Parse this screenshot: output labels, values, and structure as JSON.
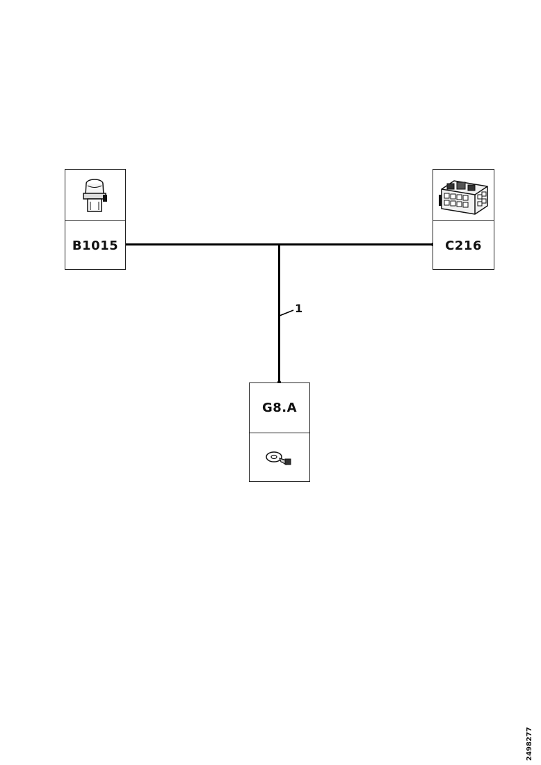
{
  "components": {
    "left": {
      "label": "B1015",
      "icon": "sensor-connector-icon"
    },
    "right": {
      "label": "C216",
      "icon": "multi-pin-connector-icon"
    },
    "bottom": {
      "label": "G8.A",
      "icon": "ground-eyelet-icon"
    }
  },
  "wire": {
    "callout": "1"
  },
  "figure_code": "2498277"
}
